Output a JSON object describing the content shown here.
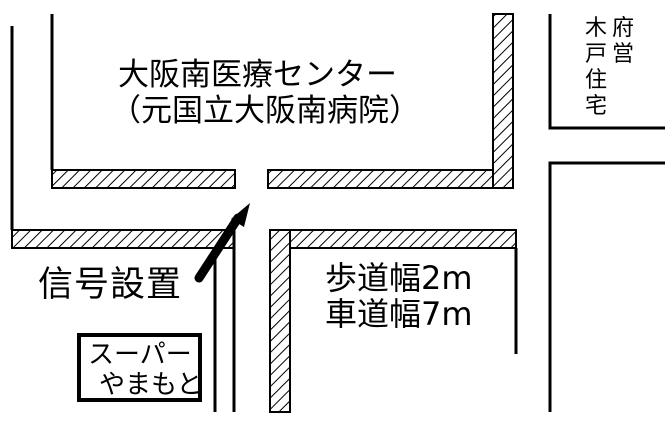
{
  "map": {
    "hospital": {
      "name": "大阪南医療センター",
      "former_name": "（元国立大阪南病院）"
    },
    "signal": {
      "label": "信号設置"
    },
    "road_info": {
      "sidewalk": "歩道幅2m",
      "roadway": "車道幅7m"
    },
    "store": {
      "line1": "スーパー",
      "line2": "やまもと"
    },
    "housing": {
      "column1": [
        "府",
        "営"
      ],
      "column2": [
        "木",
        "戸",
        "住",
        "宅"
      ]
    }
  },
  "colors": {
    "ink": "#000000",
    "background": "#ffffff"
  }
}
